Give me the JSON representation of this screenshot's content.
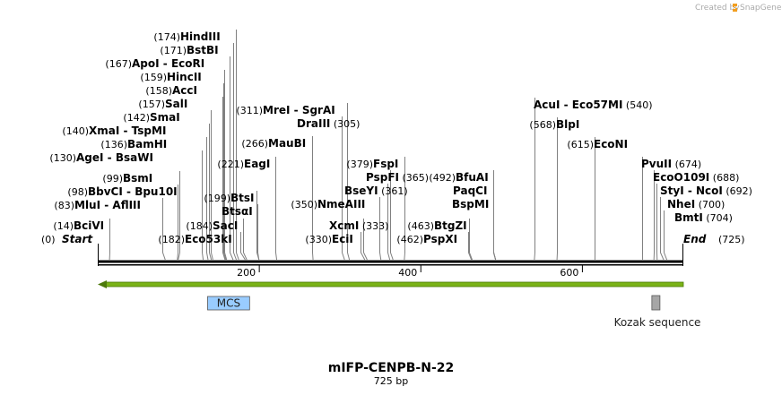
{
  "credit": {
    "prefix": "Created by",
    "brand": "SnapGene",
    "icon": "snapgene-logo-icon"
  },
  "map": {
    "name": "mIFP-CENPB-N-22",
    "length_text": "725 bp",
    "length_bp": 725,
    "start_label": "Start",
    "end_label": "End",
    "start_pos": "(0)",
    "end_pos": "(725)",
    "ticks": [
      "200",
      "400",
      "600"
    ],
    "tick_values": [
      200,
      400,
      600
    ]
  },
  "enzymes": [
    {
      "pos": 14,
      "pos_text": "(14)",
      "names": [
        "BciVI"
      ]
    },
    {
      "pos": 83,
      "pos_text": "(83)",
      "names": [
        "MluI",
        "AflIII"
      ]
    },
    {
      "pos": 98,
      "pos_text": "(98)",
      "names": [
        "BbvCI",
        "Bpu10I"
      ]
    },
    {
      "pos": 99,
      "pos_text": "(99)",
      "names": [
        "BsmI"
      ]
    },
    {
      "pos": 130,
      "pos_text": "(130)",
      "names": [
        "AgeI",
        "BsaWI"
      ]
    },
    {
      "pos": 136,
      "pos_text": "(136)",
      "names": [
        "BamHI"
      ]
    },
    {
      "pos": 140,
      "pos_text": "(140)",
      "names": [
        "XmaI",
        "TspMI"
      ]
    },
    {
      "pos": 142,
      "pos_text": "(142)",
      "names": [
        "SmaI"
      ]
    },
    {
      "pos": 157,
      "pos_text": "(157)",
      "names": [
        "SalI"
      ]
    },
    {
      "pos": 158,
      "pos_text": "(158)",
      "names": [
        "AccI"
      ]
    },
    {
      "pos": 159,
      "pos_text": "(159)",
      "names": [
        "HincII"
      ]
    },
    {
      "pos": 167,
      "pos_text": "(167)",
      "names": [
        "ApoI",
        "EcoRI"
      ]
    },
    {
      "pos": 171,
      "pos_text": "(171)",
      "names": [
        "BstBI"
      ]
    },
    {
      "pos": 174,
      "pos_text": "(174)",
      "names": [
        "HindIII"
      ]
    },
    {
      "pos": 182,
      "pos_text": "(182)",
      "names": [
        "Eco53kI"
      ]
    },
    {
      "pos": 184,
      "pos_text": "(184)",
      "names": [
        "SacI"
      ]
    },
    {
      "pos": 199,
      "pos_text": "(199)",
      "names": [
        "BtsI"
      ]
    },
    {
      "pos": 199,
      "pos_text": "",
      "names": [
        "BtsαI"
      ]
    },
    {
      "pos": 221,
      "pos_text": "(221)",
      "names": [
        "EagI"
      ]
    },
    {
      "pos": 266,
      "pos_text": "(266)",
      "names": [
        "MauBI"
      ]
    },
    {
      "pos": 305,
      "pos_text": "(305)",
      "names": [
        "DraIII"
      ]
    },
    {
      "pos": 311,
      "pos_text": "(311)",
      "names": [
        "MreI",
        "SgrAI"
      ]
    },
    {
      "pos": 330,
      "pos_text": "(330)",
      "names": [
        "EciI"
      ]
    },
    {
      "pos": 333,
      "pos_text": "(333)",
      "names": [
        "XcmI"
      ]
    },
    {
      "pos": 350,
      "pos_text": "(350)",
      "names": [
        "NmeAIII"
      ]
    },
    {
      "pos": 361,
      "pos_text": "(361)",
      "names": [
        "BseYI"
      ]
    },
    {
      "pos": 365,
      "pos_text": "(365)",
      "names": [
        "PspFI"
      ]
    },
    {
      "pos": 379,
      "pos_text": "(379)",
      "names": [
        "FspI"
      ]
    },
    {
      "pos": 462,
      "pos_text": "(462)",
      "names": [
        "PspXI"
      ]
    },
    {
      "pos": 463,
      "pos_text": "(463)",
      "names": [
        "BtgZI"
      ]
    },
    {
      "pos": 492,
      "pos_text": "",
      "names": [
        "BspMI"
      ]
    },
    {
      "pos": 492,
      "pos_text": "",
      "names": [
        "PaqCI"
      ]
    },
    {
      "pos": 492,
      "pos_text": "(492)",
      "names": [
        "BfuAI"
      ]
    },
    {
      "pos": 540,
      "pos_text": "(540)",
      "names": [
        "AcuI",
        "Eco57MI"
      ]
    },
    {
      "pos": 568,
      "pos_text": "(568)",
      "names": [
        "BlpI"
      ]
    },
    {
      "pos": 615,
      "pos_text": "(615)",
      "names": [
        "EcoNI"
      ]
    },
    {
      "pos": 674,
      "pos_text": "(674)",
      "names": [
        "PvuII"
      ]
    },
    {
      "pos": 688,
      "pos_text": "(688)",
      "names": [
        "EcoO109I"
      ]
    },
    {
      "pos": 692,
      "pos_text": "(692)",
      "names": [
        "StyI",
        "NcoI"
      ]
    },
    {
      "pos": 700,
      "pos_text": "(700)",
      "names": [
        "NheI"
      ]
    },
    {
      "pos": 704,
      "pos_text": "(704)",
      "names": [
        "BmtI"
      ]
    }
  ],
  "features": [
    {
      "name": "ORF",
      "color": "#7ab317",
      "direction": "reverse",
      "start": 0,
      "end": 725,
      "label": ""
    },
    {
      "name": "MCS",
      "color": "#99ccff",
      "start": 136,
      "end": 188,
      "label": "MCS"
    },
    {
      "name": "Kozak sequence",
      "color": "#a6a6a6",
      "start": 686,
      "end": 696,
      "label": "Kozak sequence"
    }
  ],
  "colors": {
    "backbone": "#000000",
    "leader": "#808080",
    "orf_arrow": "#7ab317",
    "mcs": "#99ccff",
    "kozak": "#a6a6a6",
    "credit": "#a9a9a9",
    "logo": "#f29f20"
  }
}
